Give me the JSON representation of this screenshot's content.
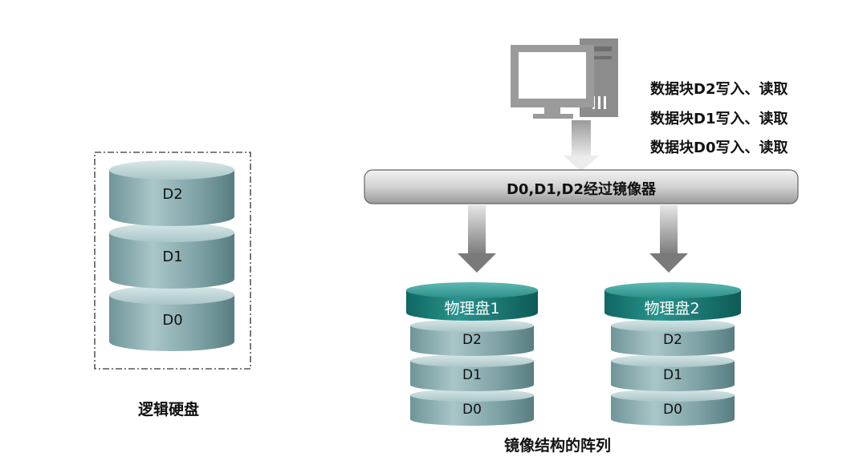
{
  "logical_disk": {
    "caption": "逻辑硬盘",
    "blocks": [
      "D2",
      "D1",
      "D0"
    ]
  },
  "operations": [
    "数据块D2写入、读取",
    "数据块D1写入、读取",
    "数据块D0写入、读取"
  ],
  "mirror_bar": {
    "label": "D0,D1,D2经过镜像器"
  },
  "physical_disks": [
    {
      "name": "物理盘1",
      "blocks": [
        "D2",
        "D1",
        "D0"
      ]
    },
    {
      "name": "物理盘2",
      "blocks": [
        "D2",
        "D1",
        "D0"
      ]
    }
  ],
  "array_caption": "镜像结构的阵列",
  "colors": {
    "disk_body": "#8fb3b6",
    "disk_top": "#c9dcdd",
    "cap_teal": "#1a7f7a",
    "bar_gray": "#c8c8c8",
    "arrow_gray": "#8a8a8a"
  }
}
